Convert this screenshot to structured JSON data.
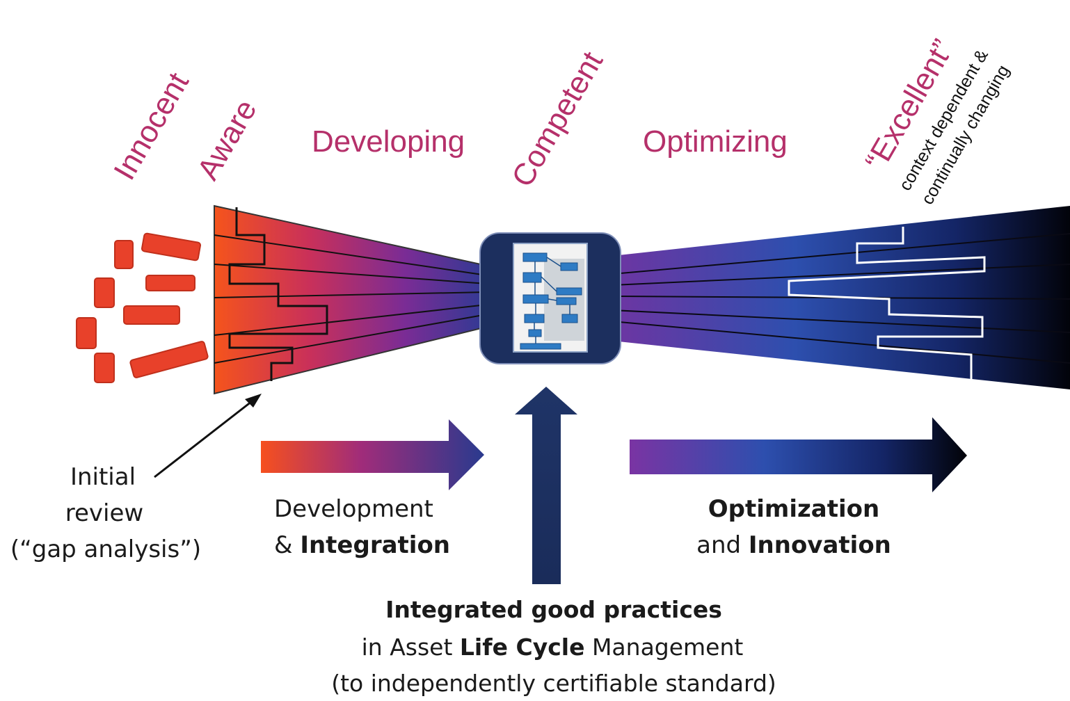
{
  "stages": {
    "innocent": "Innocent",
    "aware": "Aware",
    "developing": "Developing",
    "competent": "Competent",
    "optimizing": "Optimizing",
    "excellent": "“Excellent”",
    "excellent_note_1": "context dependent &",
    "excellent_note_2": "continually changing"
  },
  "initial_review": {
    "line1": "Initial",
    "line2": "review",
    "line3": "(“gap analysis”)"
  },
  "development": {
    "line1": "Development",
    "line2_prefix": "& ",
    "line2_bold": "Integration"
  },
  "optimization": {
    "line1_bold": "Optimization",
    "line2_prefix": "and ",
    "line2_bold": "Innovation"
  },
  "integrated": {
    "line1_bold": "Integrated good practices",
    "line2_prefix": "in Asset ",
    "line2_bold": "Life Cycle",
    "line2_suffix": " Management",
    "line3": "(to independently certifiable standard)"
  },
  "colors": {
    "stage_label": "#b5306a",
    "fragment_red": "#e8412a",
    "navy": "#1c2f5e",
    "blue": "#2a4fa8",
    "purple": "#8a2c95",
    "orange": "#f24a1d"
  }
}
